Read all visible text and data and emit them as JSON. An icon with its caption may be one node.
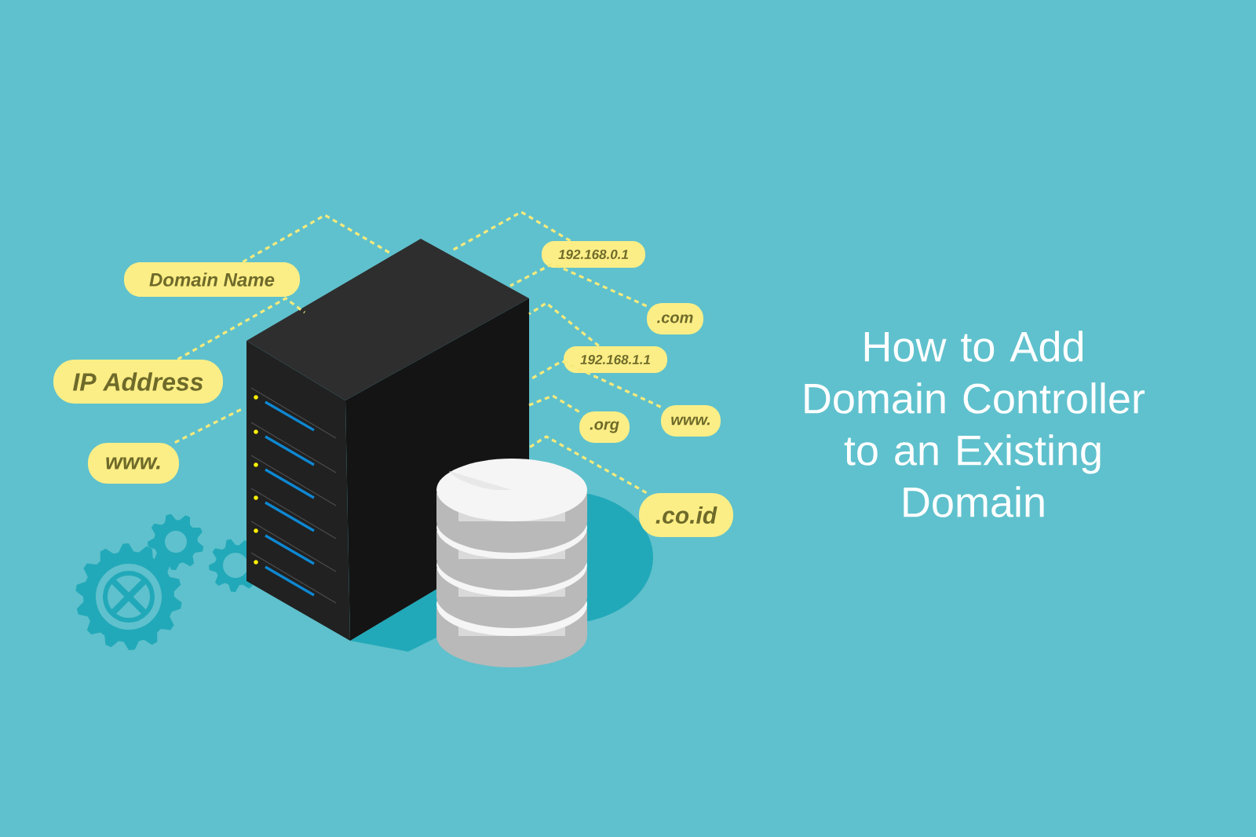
{
  "diagram": {
    "title": "How to Add Domain Controller to an Existing Domain",
    "nodes": [
      {
        "text": [],
        "shape": "picture"
      },
      {
        "text": [
          "Domain Name"
        ]
      },
      {
        "text": [
          "IP Address"
        ]
      },
      {
        "text": [
          "www."
        ]
      },
      {
        "text": [
          "192.168.0.1"
        ]
      },
      {
        "text": [
          ".com"
        ]
      },
      {
        "text": [
          "192.168.1.1"
        ]
      },
      {
        "text": [
          "www."
        ]
      },
      {
        "text": [
          ".org"
        ]
      },
      {
        "text": [
          ".co.id"
        ]
      }
    ],
    "edges": [
      {
        "from": 1,
        "to": 0,
        "arrow": "none",
        "style": "dashed"
      },
      {
        "from": 2,
        "to": 0,
        "arrow": "none",
        "style": "dashed"
      },
      {
        "from": 3,
        "to": 0,
        "arrow": "none",
        "style": "dashed"
      },
      {
        "from": 4,
        "to": 0,
        "arrow": "none",
        "style": "dashed"
      },
      {
        "from": 5,
        "to": 0,
        "arrow": "none",
        "style": "dashed"
      },
      {
        "from": 6,
        "to": 0,
        "arrow": "none",
        "style": "dashed"
      },
      {
        "from": 7,
        "to": 0,
        "arrow": "none",
        "style": "dashed"
      },
      {
        "from": 8,
        "to": 0,
        "arrow": "none",
        "style": "dashed"
      },
      {
        "from": 9,
        "to": 0,
        "arrow": "none",
        "style": "dashed"
      }
    ]
  }
}
